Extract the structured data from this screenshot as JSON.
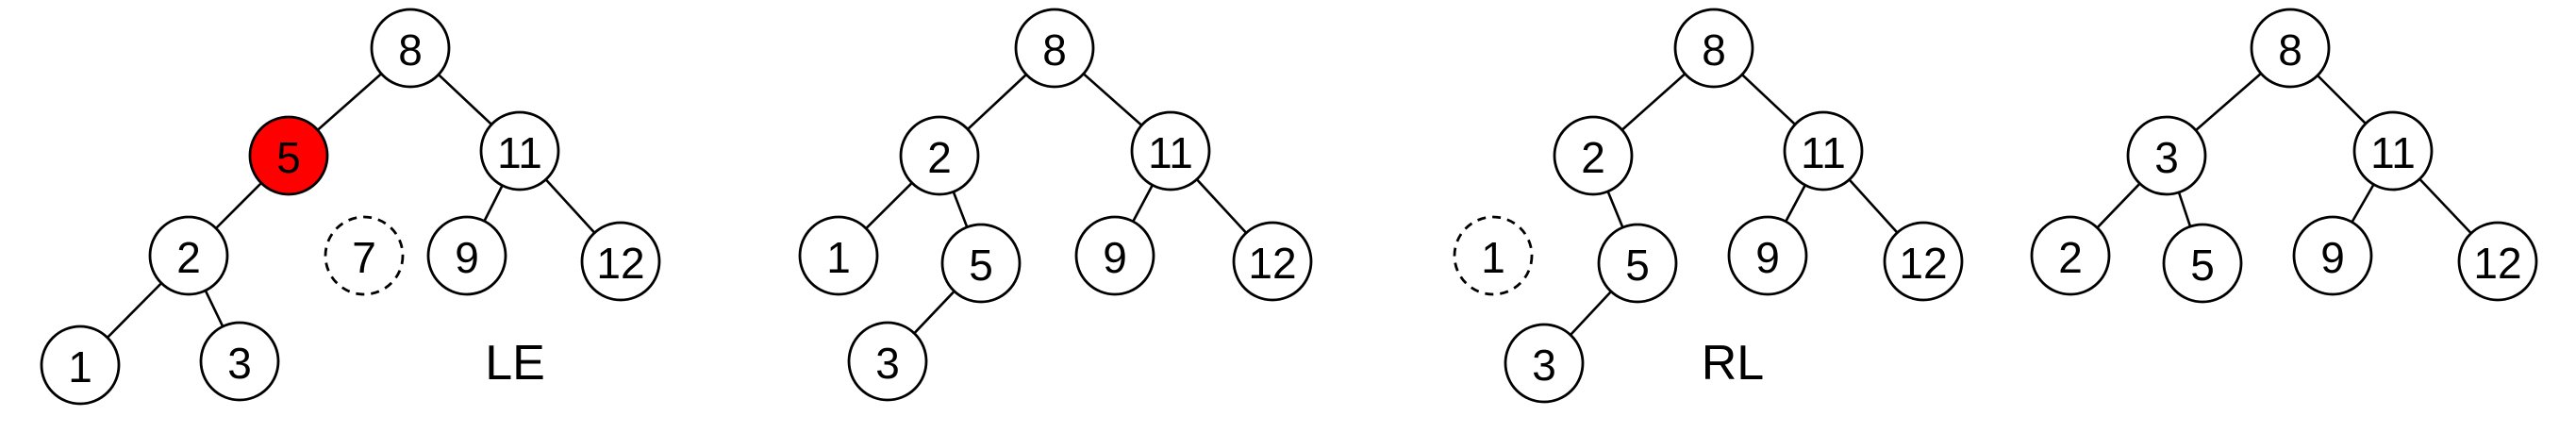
{
  "colors": {
    "highlight": "#ff0000",
    "stroke": "#000000",
    "background": "#ffffff"
  },
  "trees": [
    {
      "caption": "LE",
      "nodes": [
        {
          "id": "a8",
          "label": "8"
        },
        {
          "id": "a5",
          "label": "5",
          "highlight": true
        },
        {
          "id": "a11",
          "label": "11"
        },
        {
          "id": "a2",
          "label": "2"
        },
        {
          "id": "a7",
          "label": "7",
          "dashed": true
        },
        {
          "id": "a9",
          "label": "9"
        },
        {
          "id": "a12",
          "label": "12"
        },
        {
          "id": "a1",
          "label": "1"
        },
        {
          "id": "a3",
          "label": "3"
        }
      ],
      "edges": [
        [
          "a8",
          "a5"
        ],
        [
          "a8",
          "a11"
        ],
        [
          "a5",
          "a2"
        ],
        [
          "a11",
          "a9"
        ],
        [
          "a11",
          "a12"
        ],
        [
          "a2",
          "a1"
        ],
        [
          "a2",
          "a3"
        ]
      ]
    },
    {
      "caption": "",
      "nodes": [
        {
          "id": "b8",
          "label": "8"
        },
        {
          "id": "b2",
          "label": "2"
        },
        {
          "id": "b11",
          "label": "11"
        },
        {
          "id": "b1",
          "label": "1"
        },
        {
          "id": "b5",
          "label": "5"
        },
        {
          "id": "b9",
          "label": "9"
        },
        {
          "id": "b12",
          "label": "12"
        },
        {
          "id": "b3",
          "label": "3"
        }
      ],
      "edges": [
        [
          "b8",
          "b2"
        ],
        [
          "b8",
          "b11"
        ],
        [
          "b2",
          "b1"
        ],
        [
          "b2",
          "b5"
        ],
        [
          "b11",
          "b9"
        ],
        [
          "b11",
          "b12"
        ],
        [
          "b5",
          "b3"
        ]
      ]
    },
    {
      "caption": "RL",
      "nodes": [
        {
          "id": "c8",
          "label": "8"
        },
        {
          "id": "c2",
          "label": "2"
        },
        {
          "id": "c11",
          "label": "11"
        },
        {
          "id": "c1",
          "label": "1",
          "dashed": true
        },
        {
          "id": "c5",
          "label": "5"
        },
        {
          "id": "c9",
          "label": "9"
        },
        {
          "id": "c12",
          "label": "12"
        },
        {
          "id": "c3",
          "label": "3"
        }
      ],
      "edges": [
        [
          "c8",
          "c2"
        ],
        [
          "c8",
          "c11"
        ],
        [
          "c2",
          "c5"
        ],
        [
          "c11",
          "c9"
        ],
        [
          "c11",
          "c12"
        ],
        [
          "c5",
          "c3"
        ]
      ]
    },
    {
      "caption": "",
      "nodes": [
        {
          "id": "d8",
          "label": "8"
        },
        {
          "id": "d3",
          "label": "3"
        },
        {
          "id": "d11",
          "label": "11"
        },
        {
          "id": "d2",
          "label": "2"
        },
        {
          "id": "d5",
          "label": "5"
        },
        {
          "id": "d9",
          "label": "9"
        },
        {
          "id": "d12",
          "label": "12"
        }
      ],
      "edges": [
        [
          "d8",
          "d3"
        ],
        [
          "d8",
          "d11"
        ],
        [
          "d3",
          "d2"
        ],
        [
          "d3",
          "d5"
        ],
        [
          "d11",
          "d9"
        ],
        [
          "d11",
          "d12"
        ]
      ]
    }
  ]
}
